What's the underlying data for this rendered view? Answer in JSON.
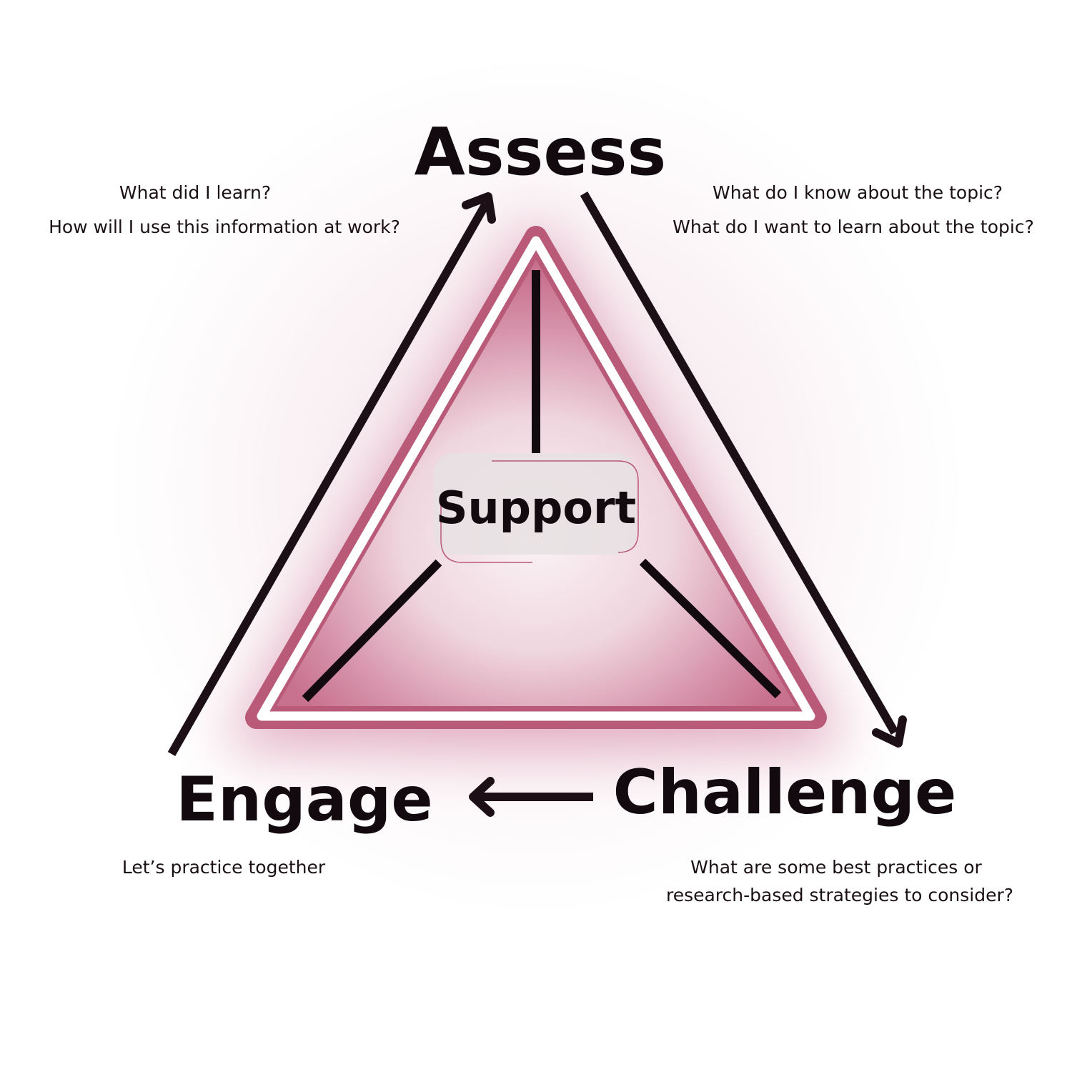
{
  "nodes": {
    "assess": "Assess",
    "challenge": "Challenge",
    "engage": "Engage",
    "support": "Support"
  },
  "questions": {
    "assess_right": [
      "What do I know about the topic?",
      "What do I want to learn about the topic?"
    ],
    "assess_left": [
      "What did I learn?",
      "How will I use this information at work?"
    ],
    "engage": [
      "Let’s practice together"
    ],
    "challenge": [
      "What are some best practices or",
      "research-based strategies to consider?"
    ]
  },
  "colors": {
    "triangle": "#b85a78",
    "glow": "#c25580",
    "text": "#120a0e",
    "support_box": "#e6e0e2"
  }
}
